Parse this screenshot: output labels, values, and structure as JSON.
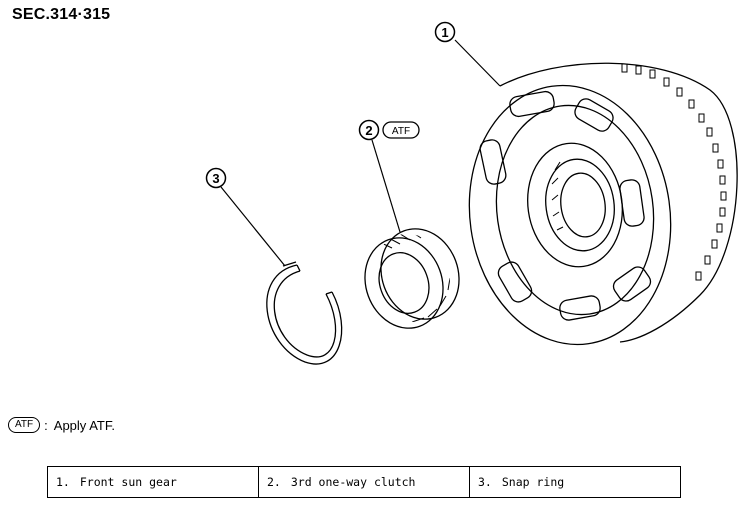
{
  "section_label": "SEC.314·315",
  "callouts": [
    {
      "id": "1",
      "text": "1"
    },
    {
      "id": "2",
      "text": "2",
      "badge": "ATF"
    },
    {
      "id": "3",
      "text": "3"
    }
  ],
  "legend": {
    "badge": "ATF",
    "separator": ":",
    "text": "Apply ATF."
  },
  "parts": [
    {
      "num": "1.",
      "name": "Front sun gear"
    },
    {
      "num": "2.",
      "name": "3rd one-way clutch"
    },
    {
      "num": "3.",
      "name": "Snap ring"
    }
  ]
}
